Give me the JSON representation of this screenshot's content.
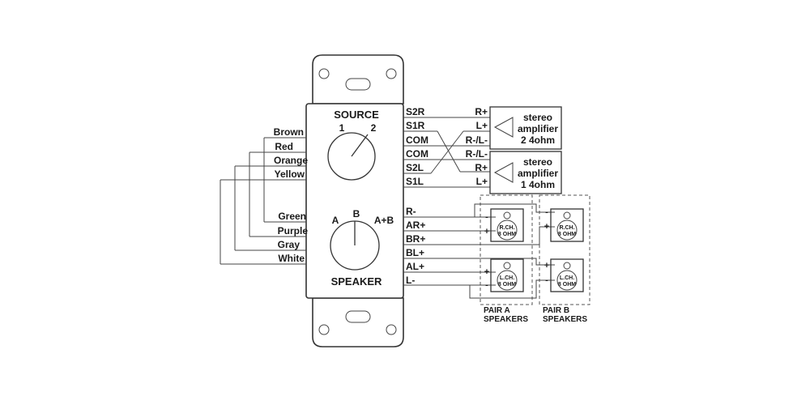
{
  "plate": {
    "source_label": "SOURCE",
    "source_pos1": "1",
    "source_pos2": "2",
    "speaker_label": "SPEAKER",
    "speaker_pos_a": "A",
    "speaker_pos_b": "B",
    "speaker_pos_ab": "A+B"
  },
  "left_wires": [
    "Brown",
    "Red",
    "Orange",
    "Yellow",
    "Green",
    "Purple",
    "Gray",
    "White"
  ],
  "source_terminals": [
    "S2R",
    "S1R",
    "COM",
    "COM",
    "S2L",
    "S1L"
  ],
  "speaker_terminals": [
    "R-",
    "AR+",
    "BR+",
    "BL+",
    "AL+",
    "L-"
  ],
  "amplifiers": [
    {
      "line1": "stereo",
      "line2": "amplifier",
      "line3": "2  4ohm",
      "terminals": [
        "R+",
        "L+",
        "R-/L-"
      ]
    },
    {
      "line1": "stereo",
      "line2": "amplifier",
      "line3": "1  4ohm",
      "terminals": [
        "R-/L-",
        "R+",
        "L+"
      ]
    }
  ],
  "speakers": {
    "a_right": {
      "line1": "R.CH.",
      "line2": "8 OHM"
    },
    "a_left": {
      "line1": "L.CH.",
      "line2": "8 OHM"
    },
    "b_right": {
      "line1": "R.CH.",
      "line2": "8 OHM"
    },
    "b_left": {
      "line1": "L.CH.",
      "line2": "8 OHM"
    },
    "plus": "+",
    "minus": "-"
  },
  "pairs": {
    "a_line1": "PAIR A",
    "a_line2": "SPEAKERS",
    "b_line1": "PAIR B",
    "b_line2": "SPEAKERS"
  }
}
